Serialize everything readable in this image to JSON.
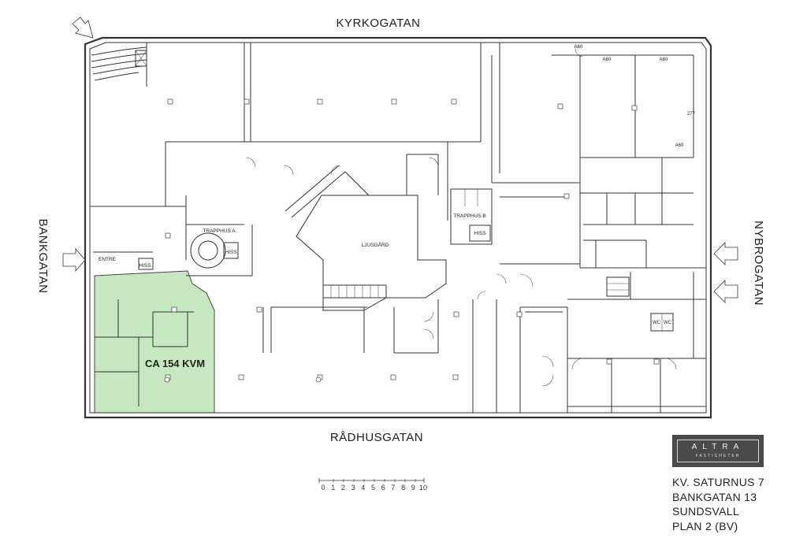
{
  "streets": {
    "north": "KYRKOGATAN",
    "south": "RÅDHUSGATAN",
    "west": "BANKGATAN",
    "east": "NYBROGATAN"
  },
  "rooms": {
    "trapphus_a": "TRAPPHUS A",
    "trapphus_b": "TRAPPHUS B",
    "hiss_a": "HISS",
    "hiss_b": "HISS",
    "hiss_entre": "HISS",
    "entre": "ENTRE",
    "ljusgard": "LJUSGÅRD",
    "wc_1": "WC",
    "wc_2": "WC"
  },
  "markers": {
    "a60_1": "A60",
    "a60_2": "A60",
    "a60_3": "A60",
    "a60_4": "A60",
    "n277": "277"
  },
  "highlight": {
    "label": "CA 154 KVM",
    "color": "#c7e7c0"
  },
  "scale": {
    "ticks": [
      "0",
      "1",
      "2",
      "3",
      "4",
      "5",
      "6",
      "7",
      "8",
      "9",
      "10"
    ]
  },
  "logo": {
    "name": "ALTRA",
    "subtitle": "FASTIGHETER"
  },
  "info": {
    "line1": "KV. SATURNUS 7",
    "line2": "BANKGATAN 13",
    "line3": "SUNDSVALL",
    "line4": "PLAN 2 (BV)"
  }
}
